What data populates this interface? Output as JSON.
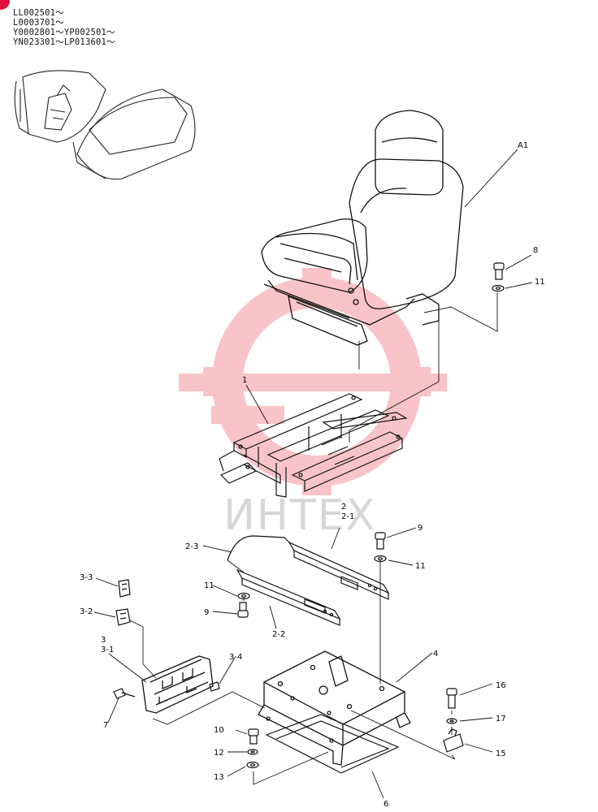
{
  "serial_numbers": [
    "LL002501～",
    "L0003701～",
    "Y0002801～YP002501～",
    "YN023301～LP013601～"
  ],
  "watermark": {
    "text": "ИНТЕХ",
    "color": "#e8303a"
  },
  "corner_badge_color": "#e0103a",
  "part_labels": {
    "a1": "A1",
    "p8": "8",
    "p11_top": "11",
    "p1": "1",
    "p2": "2",
    "p2_1": "2-1",
    "p2_3": "2-3",
    "p9_right": "9",
    "p11_right": "11",
    "p3_3": "3-3",
    "p11_left": "11",
    "p3_2": "3-2",
    "p9_left": "9",
    "p2_2": "2-2",
    "p3": "3",
    "p3_1": "3-1",
    "p3_4": "3-4",
    "p4": "4",
    "p7": "7",
    "p16": "16",
    "p17": "17",
    "p10": "10",
    "p15": "15",
    "p12": "12",
    "p13": "13",
    "p6": "6"
  }
}
